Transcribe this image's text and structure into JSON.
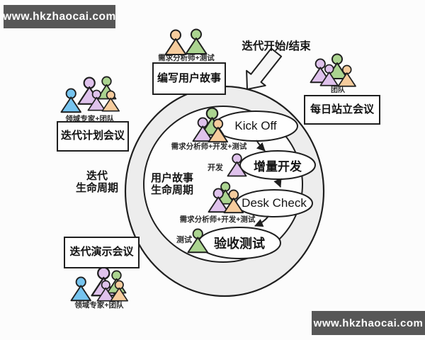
{
  "watermark": {
    "top": "www.hkzhaocai.com",
    "bottom": "www.hkzhaocai.com"
  },
  "annotations": {
    "iteration_start_end": "迭代开始/结束",
    "iteration_lifecycle_line1": "迭代",
    "iteration_lifecycle_line2": "生命周期",
    "story_lifecycle_line1": "用户故事",
    "story_lifecycle_line2": "生命周期"
  },
  "boxes": {
    "write_user_story": "编写用户故事",
    "daily_standup": "每日站立会议",
    "iteration_planning": "迭代计划会议",
    "iteration_demo": "迭代演示会议"
  },
  "steps": {
    "kick_off": "Kick Off",
    "incremental_dev": "增量开发",
    "desk_check": "Desk Check",
    "acceptance_test": "验收测试"
  },
  "role_labels": {
    "ba_test": "需求分析师+测试",
    "team": "团队",
    "domain_expert_team_left": "领域专家+团队",
    "domain_expert_team_bottom": "领域专家+团队",
    "ba_dev_test_kickoff": "需求分析师+开发+测试",
    "ba_dev_test_deskcheck": "需求分析师+开发+测试",
    "dev": "开发",
    "test": "测试"
  },
  "colors": {
    "blue": "#76c4ef",
    "purple": "#dfc2ec",
    "green": "#abd490",
    "orange": "#f6cc9d",
    "outline": "#1f1f1f",
    "ring_fill": "#ededed",
    "inner_fill": "#fdfdfd",
    "node_fill": "#fefefe",
    "big_arrow_fill": "#f6f6f6",
    "banner_bg": "#575757"
  }
}
